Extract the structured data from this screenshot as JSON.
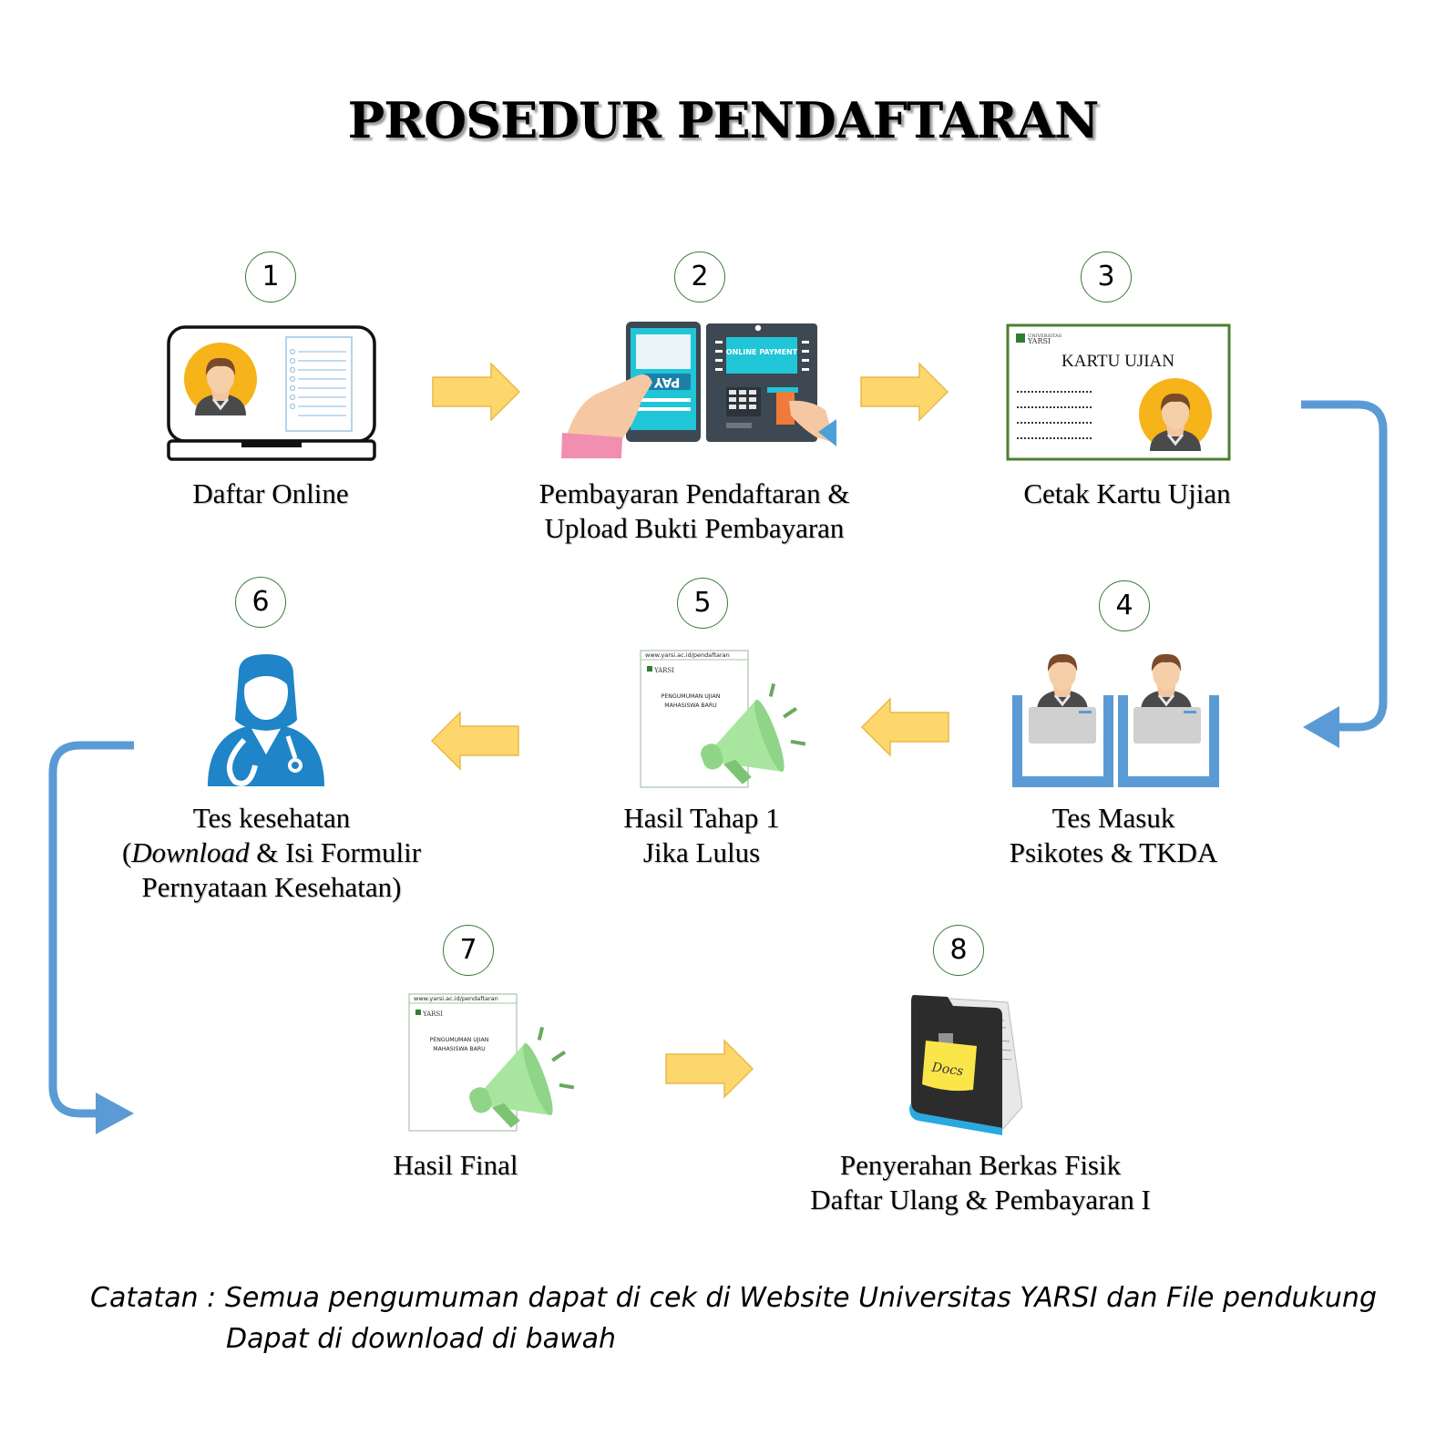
{
  "title": "PROSEDUR PENDAFTARAN",
  "steps": [
    {
      "num": "1",
      "icon": "laptop-profile-icon",
      "lines": [
        "Daftar Online"
      ]
    },
    {
      "num": "2",
      "icon": "online-payment-icon",
      "lines": [
        "Pembayaran Pendaftaran &",
        "Upload Bukti Pembayaran"
      ],
      "screen": "ONLINE PAYMENT",
      "pay": "PAY"
    },
    {
      "num": "3",
      "icon": "exam-card-icon",
      "lines": [
        "Cetak Kartu Ujian"
      ],
      "card_title": "KARTU UJIAN",
      "card_logo": "YARSI",
      "card_logo_small": "UNIVERSITAS"
    },
    {
      "num": "4",
      "icon": "test-desks-icon",
      "lines": [
        "Tes Masuk",
        "Psikotes & TKDA"
      ]
    },
    {
      "num": "5",
      "icon": "announcement-icon",
      "lines": [
        "Hasil Tahap 1",
        "Jika Lulus"
      ]
    },
    {
      "num": "6",
      "icon": "doctor-icon",
      "lines_rich": [
        "Tes kesehatan",
        "(<i>Download</i> & Isi Formulir",
        "Pernyataan Kesehatan)"
      ]
    },
    {
      "num": "7",
      "icon": "announcement-icon",
      "lines": [
        "Hasil Final"
      ]
    },
    {
      "num": "8",
      "icon": "document-folder-icon",
      "lines": [
        "Penyerahan Berkas Fisik",
        "Daftar Ulang & Pembayaran I"
      ],
      "note_label": "Docs"
    }
  ],
  "announcement": {
    "url": "www.yarsi.ac.id/pendaftaran",
    "logo": "YARSI",
    "text1": "PENGUMUMAN UJIAN",
    "text2": "MAHASISWA BARU"
  },
  "note": {
    "line1": "Catatan : Semua pengumuman dapat di cek di Website Universitas YARSI dan File pendukung",
    "line2": "Dapat di download di bawah"
  },
  "colors": {
    "arrow_yellow": "#fdd76b",
    "arrow_blue": "#5b9bd5",
    "circle_border": "#3a7a3a",
    "avatar_orange": "#f6b31a",
    "card_border": "#4e7d2f"
  }
}
